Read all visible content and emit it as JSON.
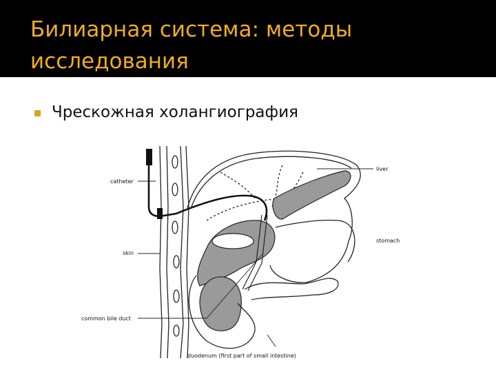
{
  "slide": {
    "title": "Билиарная система: методы исследования",
    "bullet": "Чрескожная холангиография"
  },
  "diagram": {
    "labels": {
      "catheter": "catheter",
      "skin": "skin",
      "common_bile_duct": "common bile duct",
      "liver": "liver",
      "stomach": "stomach",
      "duodenum": "duodenum (first part of small intestine)"
    }
  },
  "colors": {
    "header_bg": "#000000",
    "title_text": "#f0ad1e",
    "bullet_marker": "#d9a41c",
    "organ_fill": "#9a9a9a"
  }
}
